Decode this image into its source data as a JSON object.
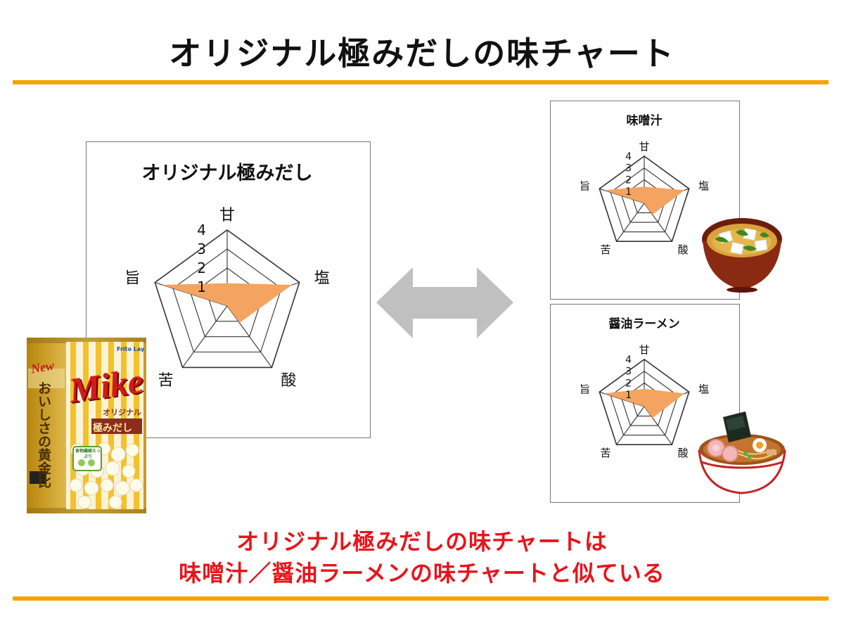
{
  "page": {
    "title": "オリジナル極みだしの味チャート",
    "conclusion_line1": "オリジナル極みだしの味チャートは",
    "conclusion_line2": "味噌汁／醤油ラーメンの味チャートと似ている"
  },
  "product": {
    "badge_new": "New",
    "tagline": "おいしさの黄金比",
    "brand": "Mike",
    "variant_small": "オリジナル",
    "variant_main": "極みだし",
    "maker": "Frito Lay",
    "fiber": "食物繊維たっぷり"
  },
  "colors": {
    "accent": "#f5a300",
    "fill": "#f4a460",
    "text_red": "#e8141b"
  },
  "chart_data": [
    {
      "type": "radar",
      "title": "オリジナル極みだし",
      "axes": [
        "甘",
        "塩",
        "酸",
        "苦",
        "旨"
      ],
      "ticks": [
        "1",
        "2",
        "3",
        "4"
      ],
      "range": [
        0,
        4
      ],
      "values": [
        1.2,
        3.6,
        1.1,
        0.0,
        3.6
      ],
      "fill_color": "#f4a460"
    },
    {
      "type": "radar",
      "title": "味噌汁",
      "axes": [
        "甘",
        "塩",
        "酸",
        "苦",
        "旨"
      ],
      "ticks": [
        "1",
        "2",
        "3",
        "4"
      ],
      "range": [
        0,
        4
      ],
      "values": [
        1.4,
        3.6,
        1.2,
        0.0,
        3.6
      ],
      "fill_color": "#f4a460"
    },
    {
      "type": "radar",
      "title": "醤油ラーメン",
      "axes": [
        "甘",
        "塩",
        "酸",
        "苦",
        "旨"
      ],
      "ticks": [
        "1",
        "2",
        "3",
        "4"
      ],
      "range": [
        0,
        4
      ],
      "values": [
        1.5,
        3.6,
        1.2,
        0.0,
        3.6
      ],
      "fill_color": "#f4a460"
    }
  ]
}
